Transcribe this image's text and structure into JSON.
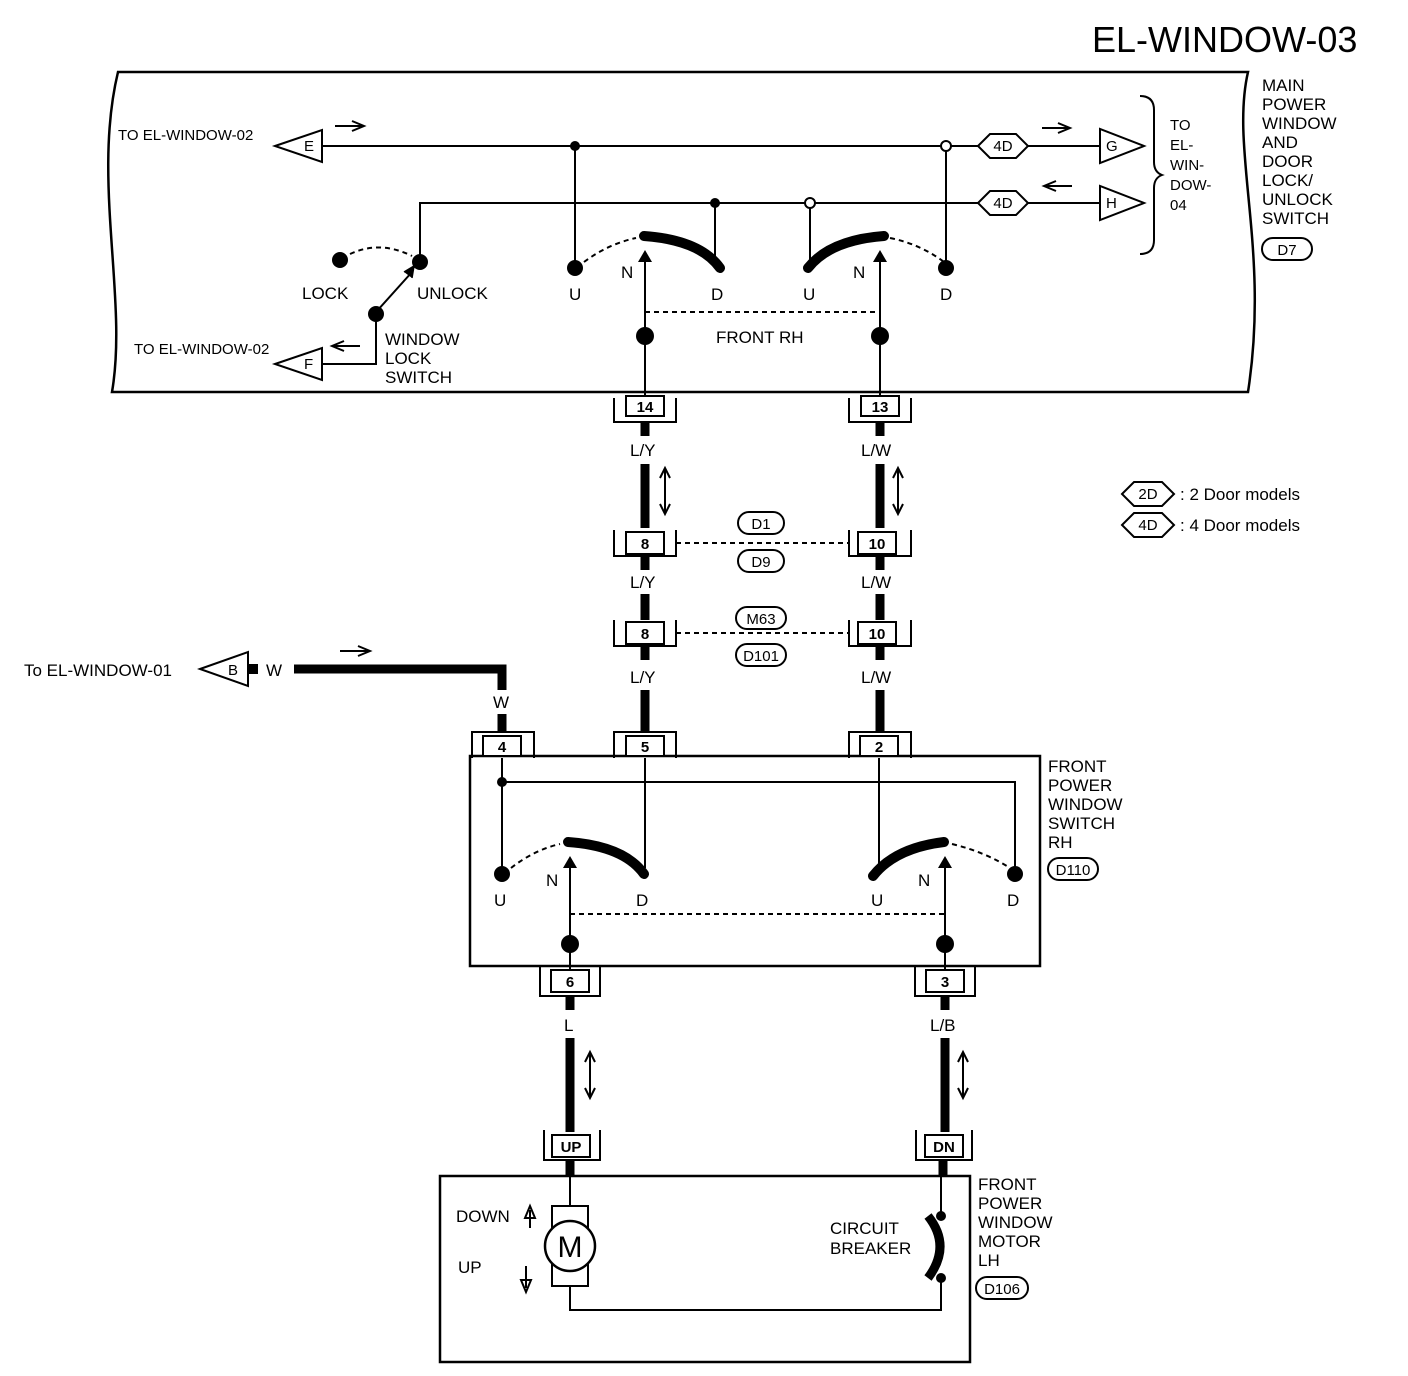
{
  "title": "EL-WINDOW-03",
  "refs": {
    "to_el_window_02_e": "TO EL-WINDOW-02",
    "to_el_window_02_f": "TO EL-WINDOW-02",
    "to_el_window_01": "To EL-WINDOW-01",
    "to_el_window_04": [
      "TO",
      "EL-",
      "WIN-",
      "DOW-",
      "04"
    ]
  },
  "terminals": {
    "e": "E",
    "f": "F",
    "g": "G",
    "h": "H",
    "b": "B"
  },
  "variant_4d": "4D",
  "variant_2d": "2D",
  "main_switch": {
    "name": [
      "MAIN",
      "POWER",
      "WINDOW",
      "AND",
      "DOOR",
      "LOCK/",
      "UNLOCK",
      "SWITCH"
    ],
    "connector": "D7",
    "lock": "LOCK",
    "unlock": "UNLOCK",
    "lock_switch": [
      "WINDOW",
      "LOCK",
      "SWITCH"
    ],
    "front_rh": "FRONT RH",
    "u": "U",
    "n": "N",
    "d": "D"
  },
  "pins": {
    "p14": "14",
    "p13": "13",
    "p8a": "8",
    "p10a": "10",
    "p8b": "8",
    "p10b": "10",
    "p4": "4",
    "p5": "5",
    "p2": "2",
    "p6": "6",
    "p3": "3",
    "up": "UP",
    "dn": "DN"
  },
  "wires": {
    "ly1": "L/Y",
    "lw1": "L/W",
    "ly2": "L/Y",
    "lw2": "L/W",
    "ly3": "L/Y",
    "lw3": "L/W",
    "w1": "W",
    "w2": "W",
    "l": "L",
    "lb": "L/B"
  },
  "connectors": {
    "d1": "D1",
    "d9": "D9",
    "m63": "M63",
    "d101": "D101"
  },
  "legend": {
    "d2": ": 2 Door models",
    "d4": ": 4 Door models"
  },
  "rh_switch": {
    "name": [
      "FRONT",
      "POWER",
      "WINDOW",
      "SWITCH",
      "RH"
    ],
    "connector": "D110",
    "u": "U",
    "n": "N",
    "d": "D"
  },
  "motor": {
    "name": [
      "FRONT",
      "POWER",
      "WINDOW",
      "MOTOR",
      "LH"
    ],
    "connector": "D106",
    "symbol": "M",
    "down": "DOWN",
    "up": "UP",
    "breaker": [
      "CIRCUIT",
      "BREAKER"
    ]
  }
}
